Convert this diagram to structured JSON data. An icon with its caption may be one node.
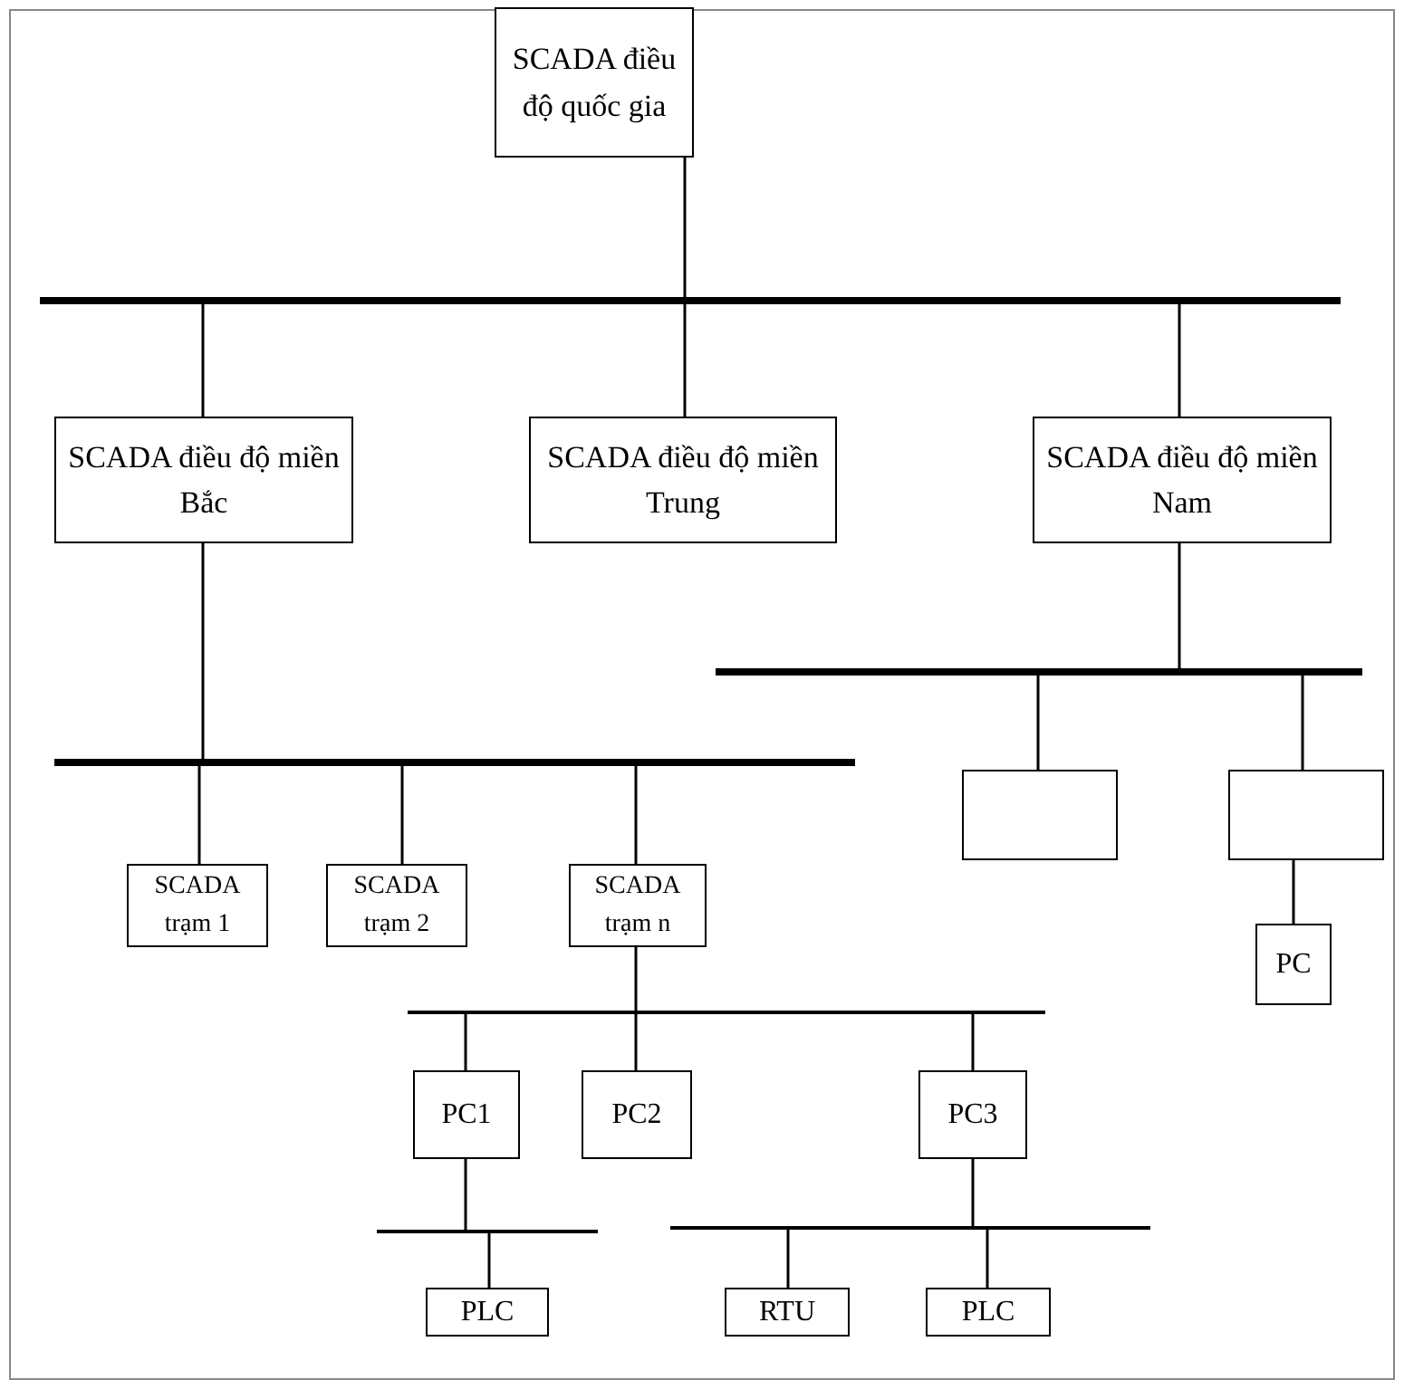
{
  "diagram": {
    "nodes": [
      {
        "text": [
          "SCADA điều độ quốc gia"
        ]
      },
      {
        "text": [],
        "shape": "bar"
      },
      {
        "text": [
          "SCADA điều độ miền Bắc"
        ]
      },
      {
        "text": [
          "SCADA điều độ miền Trung"
        ]
      },
      {
        "text": [
          "SCADA điều độ miền Nam"
        ]
      },
      {
        "text": [],
        "shape": "bar"
      },
      {
        "text": [],
        "shape": "bar"
      },
      {
        "text": [
          "SCADA trạm 1"
        ]
      },
      {
        "text": [
          "SCADA trạm 2"
        ]
      },
      {
        "text": [
          "SCADA trạm n"
        ]
      },
      {
        "text": [],
        "shape": "box"
      },
      {
        "text": [],
        "shape": "box"
      },
      {
        "text": [
          "PC"
        ]
      },
      {
        "text": [],
        "shape": "bar"
      },
      {
        "text": [
          "PC1"
        ]
      },
      {
        "text": [
          "PC2"
        ]
      },
      {
        "text": [
          "PC3"
        ]
      },
      {
        "text": [],
        "shape": "bar"
      },
      {
        "text": [],
        "shape": "bar"
      },
      {
        "text": [
          "PLC"
        ]
      },
      {
        "text": [
          "RTU"
        ]
      },
      {
        "text": [
          "PLC"
        ]
      }
    ],
    "edges": [
      {
        "from": 0,
        "to": 1,
        "arrow": "none"
      },
      {
        "from": 1,
        "to": 2,
        "arrow": "none"
      },
      {
        "from": 1,
        "to": 3,
        "arrow": "none"
      },
      {
        "from": 1,
        "to": 4,
        "arrow": "none"
      },
      {
        "from": 2,
        "to": 5,
        "arrow": "none"
      },
      {
        "from": 5,
        "to": 7,
        "arrow": "none"
      },
      {
        "from": 5,
        "to": 8,
        "arrow": "none"
      },
      {
        "from": 5,
        "to": 9,
        "arrow": "none"
      },
      {
        "from": 4,
        "to": 6,
        "arrow": "none"
      },
      {
        "from": 6,
        "to": 10,
        "arrow": "none"
      },
      {
        "from": 6,
        "to": 11,
        "arrow": "none"
      },
      {
        "from": 11,
        "to": 12,
        "arrow": "none"
      },
      {
        "from": 9,
        "to": 13,
        "arrow": "none"
      },
      {
        "from": 13,
        "to": 14,
        "arrow": "none"
      },
      {
        "from": 13,
        "to": 15,
        "arrow": "none"
      },
      {
        "from": 13,
        "to": 16,
        "arrow": "none"
      },
      {
        "from": 14,
        "to": 17,
        "arrow": "none"
      },
      {
        "from": 17,
        "to": 19,
        "arrow": "none"
      },
      {
        "from": 16,
        "to": 18,
        "arrow": "none"
      },
      {
        "from": 18,
        "to": 20,
        "arrow": "none"
      },
      {
        "from": 18,
        "to": 21,
        "arrow": "none"
      }
    ]
  }
}
